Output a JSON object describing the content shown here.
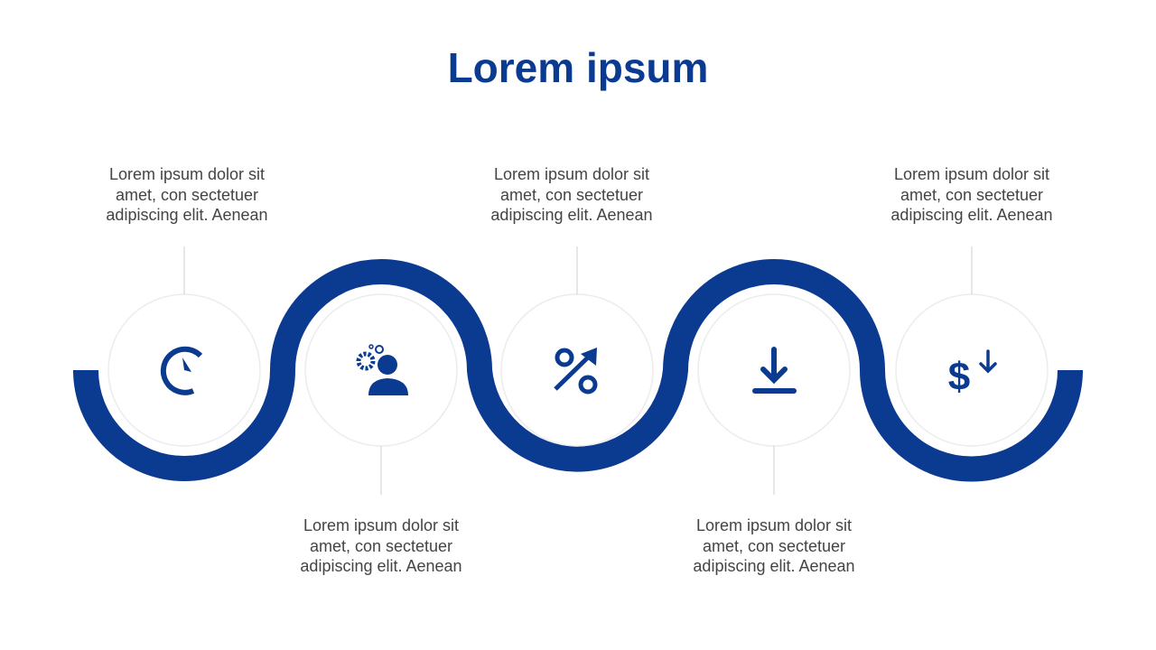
{
  "title": "Lorem ipsum",
  "accent_color": "#0b3a91",
  "steps": [
    {
      "icon": "clock-icon",
      "text": "Lorem ipsum dolor sit amet, con sectetuer adipiscing elit. Aenean"
    },
    {
      "icon": "user-gears-icon",
      "text": "Lorem ipsum dolor sit amet, con sectetuer adipiscing elit. Aenean"
    },
    {
      "icon": "percent-up-icon",
      "text": "Lorem ipsum dolor sit amet, con sectetuer adipiscing elit. Aenean"
    },
    {
      "icon": "download-icon",
      "text": "Lorem ipsum dolor sit amet, con sectetuer adipiscing elit. Aenean"
    },
    {
      "icon": "dollar-down-icon",
      "text": "Lorem ipsum dolor sit amet, con sectetuer adipiscing elit. Aenean"
    }
  ]
}
